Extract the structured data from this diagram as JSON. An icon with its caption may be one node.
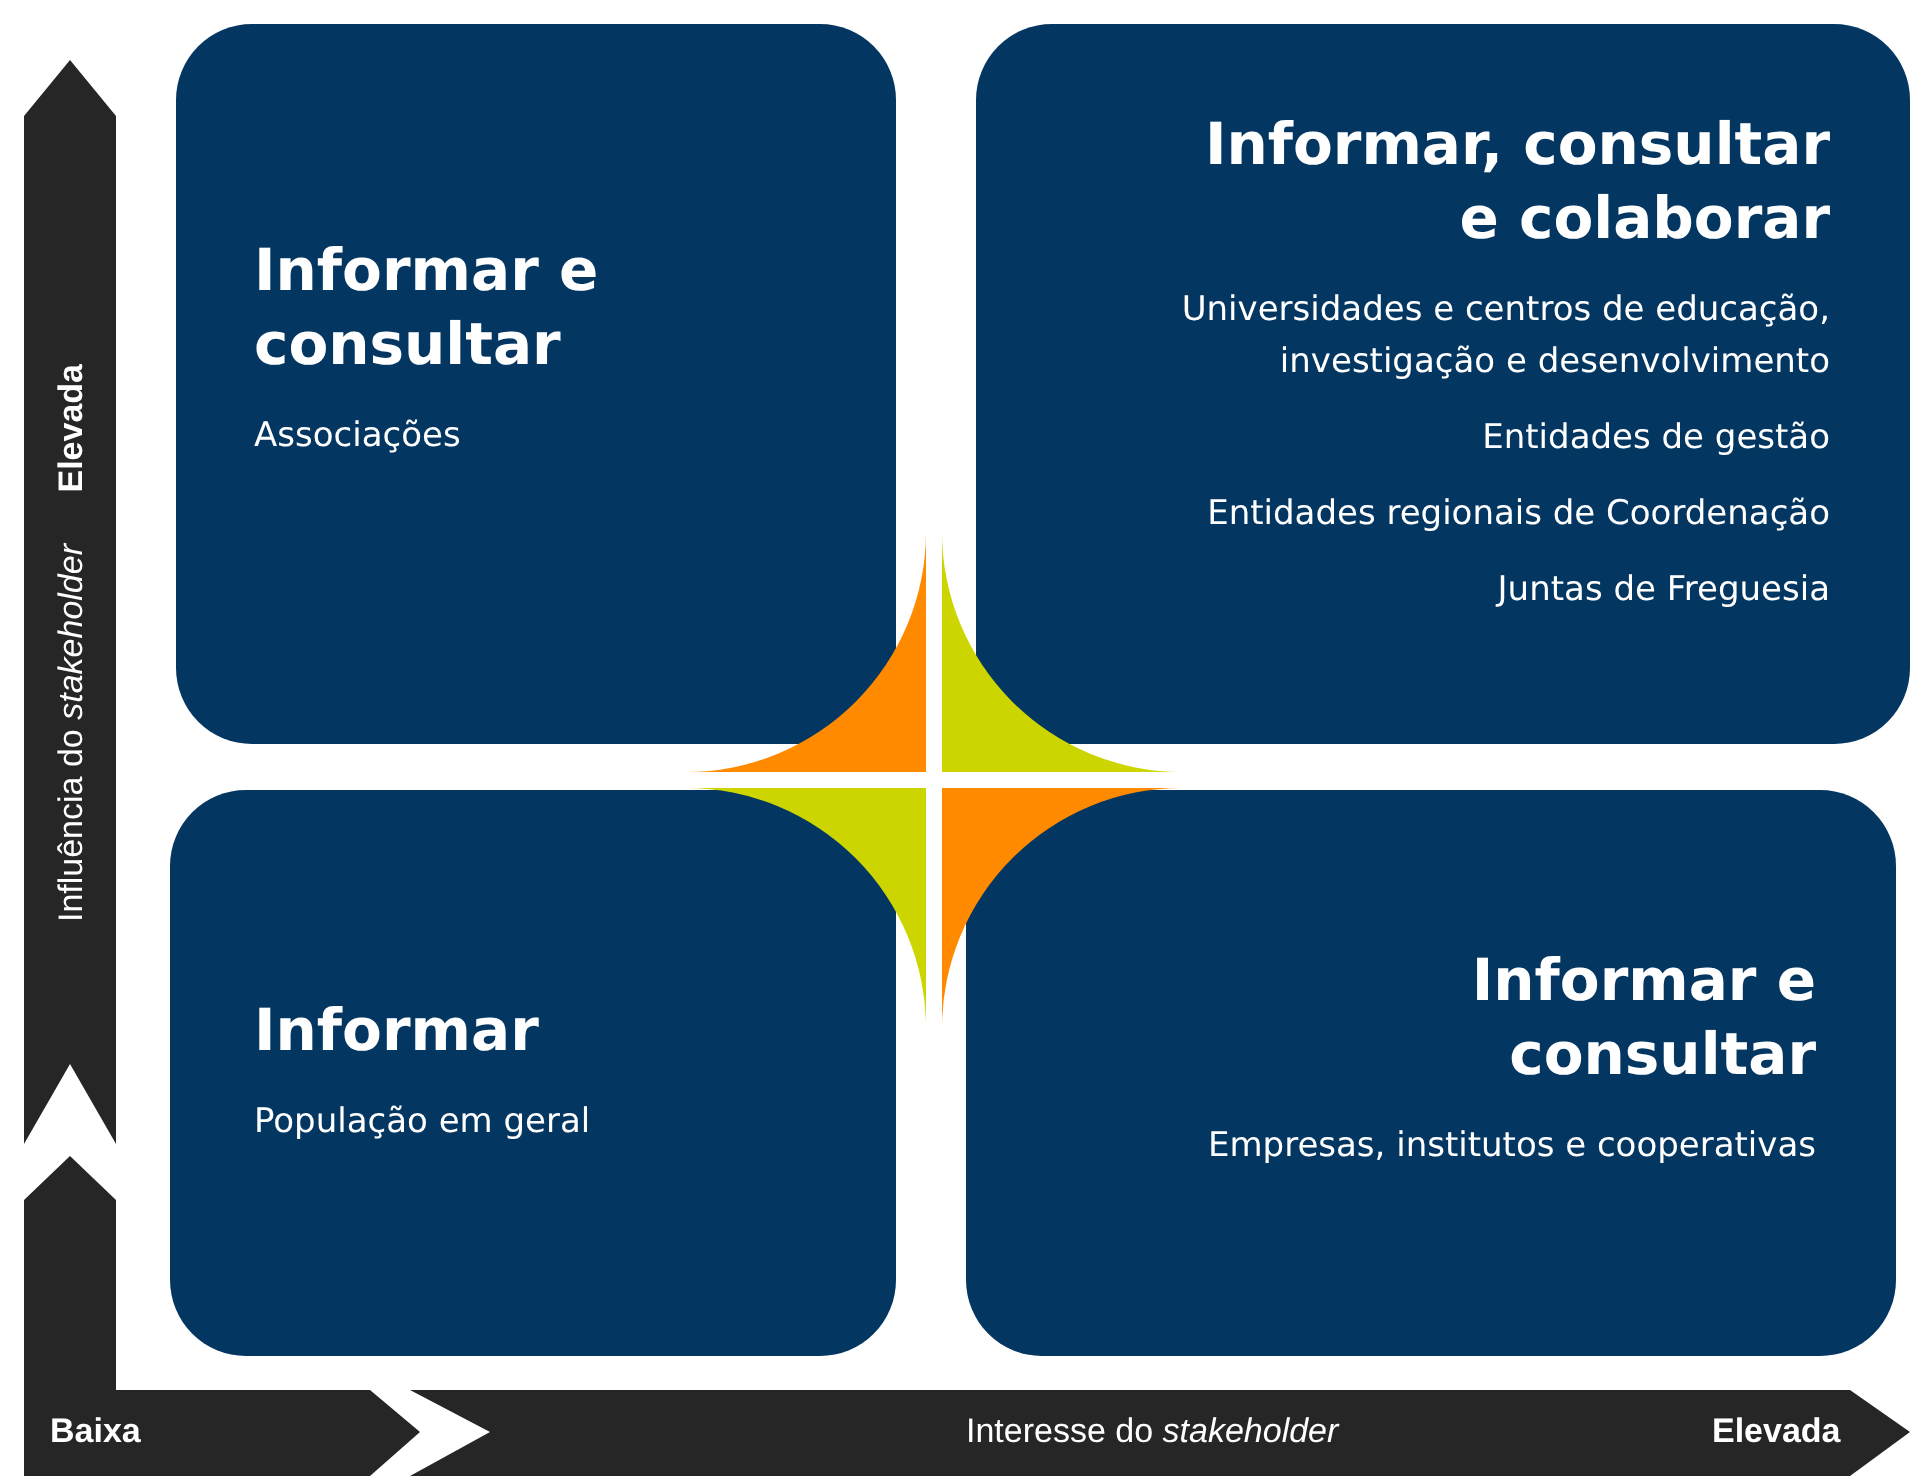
{
  "diagram": {
    "nodes": [
      {
        "text": [
          "Informar e consultar",
          "Associações"
        ]
      },
      {
        "text": [
          "Informar, consultar e colaborar",
          "Universidades e centros de educação, investigação e desenvolvimento",
          "Entidades de gestão",
          "Entidades regionais de Coordenação",
          "Juntas de Freguesia"
        ]
      },
      {
        "text": [
          "Informar",
          "População em geral"
        ]
      },
      {
        "text": [
          "Informar e consultar",
          "Empresas, institutos e cooperativas"
        ]
      }
    ],
    "edges": [],
    "labels": [
      "Elevada",
      "Influência do *stakeholder*",
      "Baixa",
      "Interesse do *stakeholder*",
      "Elevada"
    ]
  }
}
